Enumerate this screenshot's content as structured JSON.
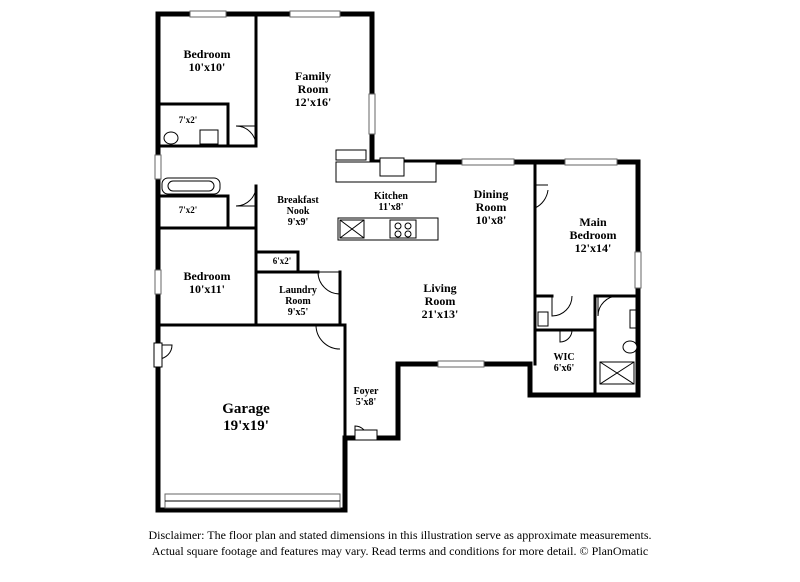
{
  "rooms": {
    "bedroom_top": {
      "name": "Bedroom",
      "dim": "10'x10'"
    },
    "family_room": {
      "name": "Family\nRoom",
      "dim": "12'x16'"
    },
    "closet_top": {
      "dim": "7'x2'"
    },
    "closet_mid": {
      "dim": "7'x2'"
    },
    "breakfast_nook": {
      "name": "Breakfast\nNook",
      "dim": "9'x9'"
    },
    "kitchen": {
      "name": "Kitchen",
      "dim": "11'x8'"
    },
    "dining_room": {
      "name": "Dining\nRoom",
      "dim": "10'x8'"
    },
    "main_bedroom": {
      "name": "Main\nBedroom",
      "dim": "12'x14'"
    },
    "pantry": {
      "dim": "6'x2'"
    },
    "bedroom_bottom": {
      "name": "Bedroom",
      "dim": "10'x11'"
    },
    "laundry_room": {
      "name": "Laundry\nRoom",
      "dim": "9'x5'"
    },
    "living_room": {
      "name": "Living\nRoom",
      "dim": "21'x13'"
    },
    "wic": {
      "name": "WIC",
      "dim": "6'x6'"
    },
    "foyer": {
      "name": "Foyer",
      "dim": "5'x8'"
    },
    "garage": {
      "name": "Garage",
      "dim": "19'x19'"
    }
  },
  "disclaimer": {
    "line1": "Disclaimer: The floor plan and stated dimensions in this illustration serve as approximate measurements.",
    "line2": "Actual square footage and features may vary. Read terms and conditions for more detail. © PlanOmatic"
  }
}
